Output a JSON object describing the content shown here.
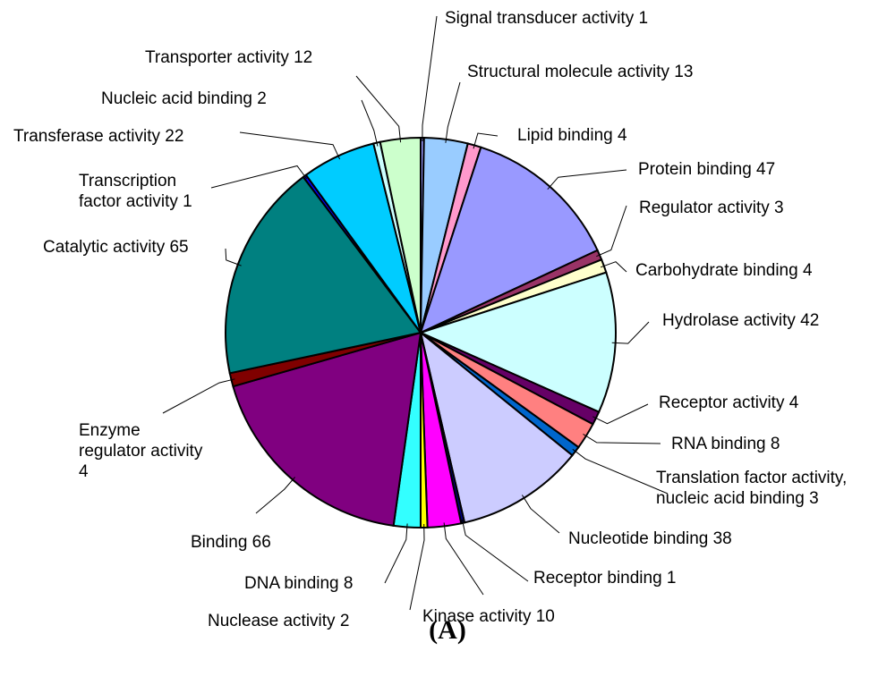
{
  "figure_label": "(A)",
  "chart_data": {
    "type": "pie",
    "title": "",
    "slices": [
      {
        "label": [
          "Signal transducer activity 1"
        ],
        "value": 1,
        "color": "#9999ff"
      },
      {
        "label": [
          "Structural molecule activity 13"
        ],
        "value": 13,
        "color": "#99ccff"
      },
      {
        "label": [
          "Lipid binding 4"
        ],
        "value": 4,
        "color": "#ff99cc"
      },
      {
        "label": [
          "Protein binding 47"
        ],
        "value": 47,
        "color": "#9999ff"
      },
      {
        "label": [
          "Regulator activity 3"
        ],
        "value": 3,
        "color": "#993366"
      },
      {
        "label": [
          "Carbohydrate binding 4"
        ],
        "value": 4,
        "color": "#ffffcc"
      },
      {
        "label": [
          "Hydrolase activity 42"
        ],
        "value": 42,
        "color": "#ccffff"
      },
      {
        "label": [
          "Receptor activity 4"
        ],
        "value": 4,
        "color": "#660066"
      },
      {
        "label": [
          "RNA binding 8"
        ],
        "value": 8,
        "color": "#ff8080"
      },
      {
        "label": [
          "Translation factor activity,",
          "nucleic  acid  binding 3"
        ],
        "value": 3,
        "color": "#0066cc"
      },
      {
        "label": [
          "Nucleotide binding 38"
        ],
        "value": 38,
        "color": "#ccccff"
      },
      {
        "label": [
          "Receptor binding 1"
        ],
        "value": 1,
        "color": "#000080"
      },
      {
        "label": [
          "Kinase activity 10"
        ],
        "value": 10,
        "color": "#ff00ff"
      },
      {
        "label": [
          "Nuclease activity 2"
        ],
        "value": 2,
        "color": "#ffff00"
      },
      {
        "label": [
          "DNA  binding  8"
        ],
        "value": 8,
        "color": "#33ffff"
      },
      {
        "label": [
          "Binding  66"
        ],
        "value": 66,
        "color": "#800080"
      },
      {
        "label": [
          "Enzyme",
          "regulator  activity",
          "4"
        ],
        "value": 4,
        "color": "#800000"
      },
      {
        "label": [
          "Catalytic activity 65"
        ],
        "value": 65,
        "color": "#008080"
      },
      {
        "label": [
          "Transcription",
          "factor activity 1"
        ],
        "value": 1,
        "color": "#0000ff"
      },
      {
        "label": [
          "Transferase activity 22"
        ],
        "value": 22,
        "color": "#00ccff"
      },
      {
        "label": [
          "Nucleic acid binding 2"
        ],
        "value": 2,
        "color": "#ccffff"
      },
      {
        "label": [
          "Transporter activity 12"
        ],
        "value": 12,
        "color": "#ccffcc"
      }
    ]
  }
}
